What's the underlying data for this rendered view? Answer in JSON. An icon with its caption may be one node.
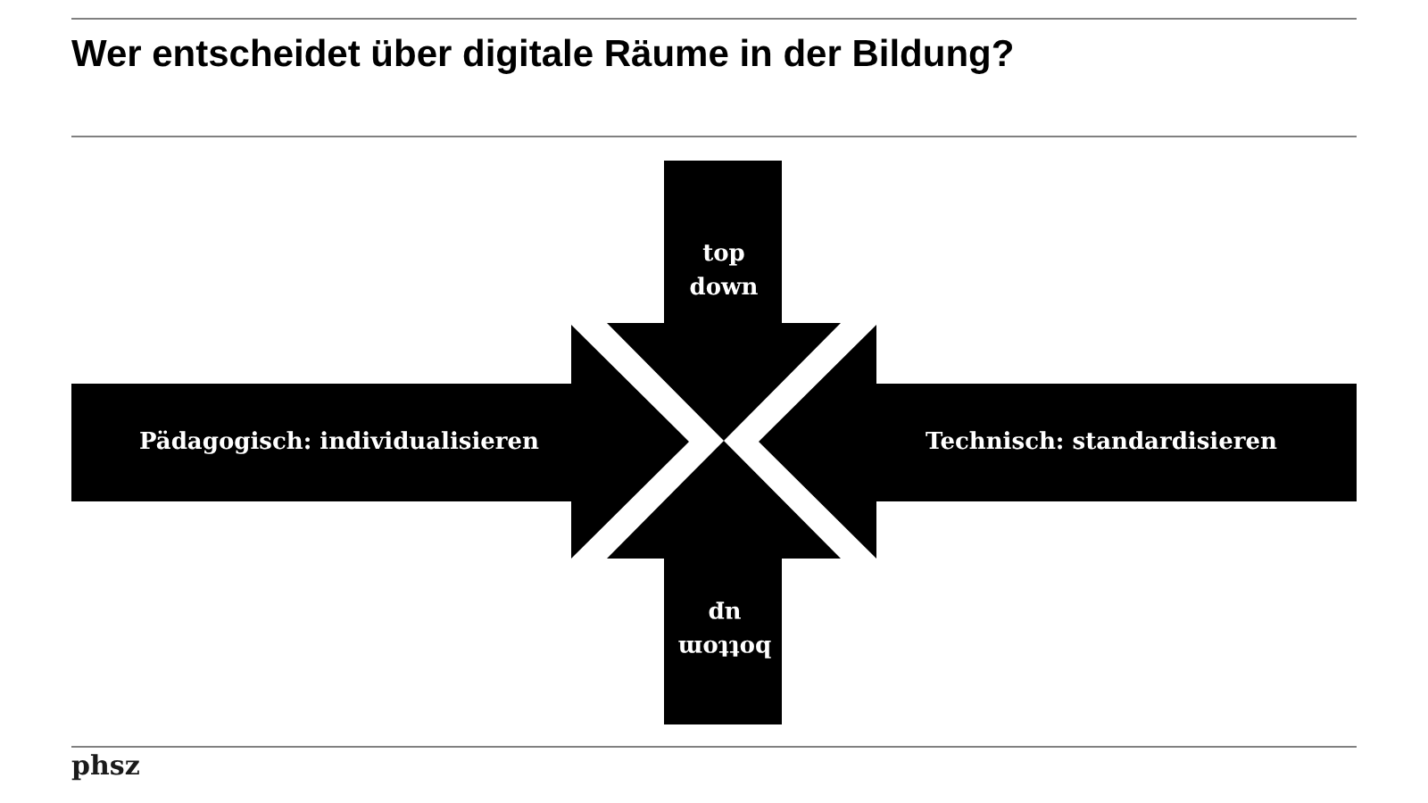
{
  "diagram": {
    "title": "Wer entscheidet über digitale Räume in der Bildung?",
    "nodes": [
      {
        "text": [
          "top down"
        ]
      },
      {
        "text": [
          "Pädagogisch: individualisieren"
        ]
      },
      {
        "text": [
          "Technisch: standardisieren"
        ]
      },
      {
        "text": [
          "bottom up"
        ]
      }
    ],
    "labels": [
      "phsz"
    ]
  }
}
